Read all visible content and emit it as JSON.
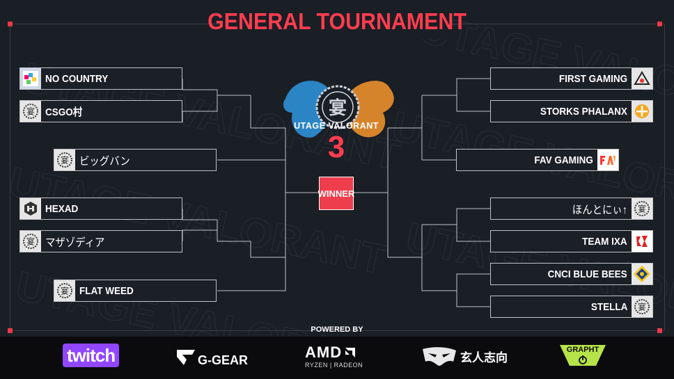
{
  "title": "GENERAL TOURNAMENT",
  "event": {
    "name": "UTAGE VALORANT",
    "number": "3",
    "emblem_char": "宴"
  },
  "winner_label": "WINNER",
  "left_teams": [
    {
      "name": "NO COUNTRY",
      "logo": "no-country-icon"
    },
    {
      "name": "CSGO村",
      "logo": "utage-emblem-icon"
    },
    {
      "name": "ビッグバン",
      "logo": "utage-emblem-icon"
    },
    {
      "name": "HEXAD",
      "logo": "hexad-icon"
    },
    {
      "name": "マザゾディア",
      "logo": "utage-emblem-icon"
    },
    {
      "name": "FLAT WEED",
      "logo": "utage-emblem-icon"
    }
  ],
  "right_teams": [
    {
      "name": "FIRST GAMING",
      "logo": "first-gaming-icon"
    },
    {
      "name": "STORKS PHALANX",
      "logo": "storks-phalanx-icon"
    },
    {
      "name": "FAV GAMING",
      "logo": "fav-gaming-icon"
    },
    {
      "name": "ほんとにぃ↑",
      "logo": "utage-emblem-icon"
    },
    {
      "name": "TEAM IXA",
      "logo": "team-ixa-icon"
    },
    {
      "name": "CNCI BLUE BEES",
      "logo": "cnci-blue-bees-icon"
    },
    {
      "name": "STELLA",
      "logo": "utage-emblem-icon"
    }
  ],
  "powered_by": "POWERED BY",
  "sponsors": {
    "twitch": "twitch",
    "ggear": "G-GEAR",
    "amd": "AMD",
    "amd_sub": "RYZEN | RADEON",
    "genjin": "玄人志向",
    "grapht": "GRAPHT"
  },
  "colors": {
    "accent": "#ff3d4f",
    "background": "#1a1e25",
    "footer": "#0b0b0d"
  }
}
